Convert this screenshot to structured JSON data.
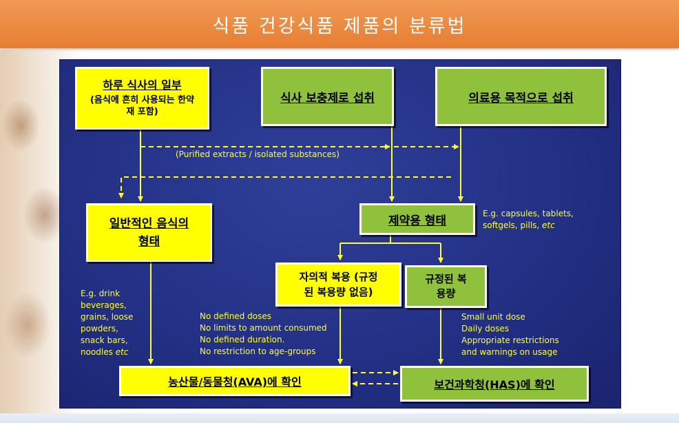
{
  "title": "식품 건강식품 제품의 분류법",
  "boxes": {
    "daily_diet": {
      "title": "하루 식사의 일부",
      "sub": "(음식에 흔히 사용되는 한약\n재 포함)"
    },
    "supplement": {
      "title": "식사 보충제로 섭취"
    },
    "medical": {
      "title": "의료용 목적으로 섭취"
    },
    "general_food": {
      "title": "일반적인 음식의\n형태"
    },
    "pharma_form": {
      "title": "제약용 형태"
    },
    "voluntary_dose": {
      "title": "자의적 복용 (규정\n된 복용량 없음)"
    },
    "defined_dose": {
      "title": "규정된 복\n용량"
    },
    "ava": {
      "title": "농산물/동물청(AVA)에 확인"
    },
    "has": {
      "title": "보건과학청(HAS)에 확인"
    }
  },
  "notes": {
    "purified": "(Purified extracts / isolated substances)",
    "pharma_examples": "E.g. capsules, tablets,\nsoftgels, pills,",
    "pharma_examples_etc": "etc",
    "food_examples": "E.g. drink\nbeverages,\ngrains, loose\npowders,\nsnack bars,\nnoodles",
    "food_examples_etc": "etc",
    "no_defined": "No defined doses\nNo limits to amount consumed\nNo defined duration.\nNo restriction to age-groups",
    "defined": "Small unit dose\nDaily doses\nAppropriate restrictions\nand warnings on usage"
  },
  "colors": {
    "title_bar": "#e98a3e",
    "diagram_bg": "#26338a",
    "box_yellow": "#ffff00",
    "box_green": "#8fc13c",
    "arrow": "#ffff33"
  }
}
